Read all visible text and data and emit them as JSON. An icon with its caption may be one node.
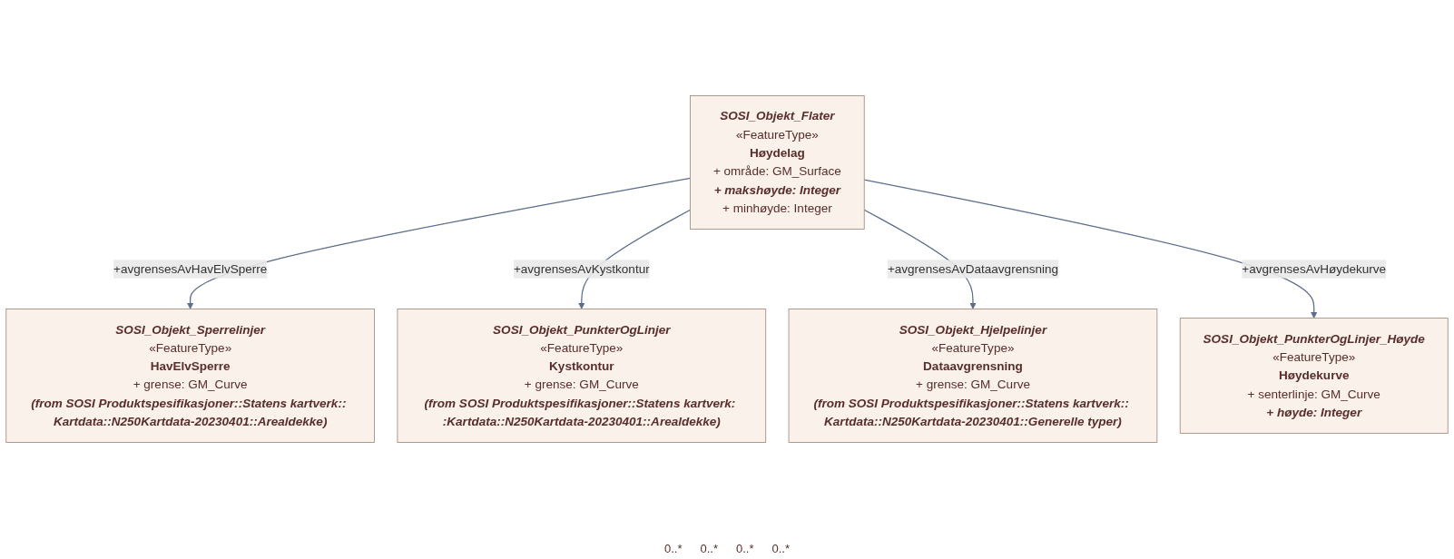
{
  "diagram": {
    "nodes": [
      {
        "text": [
          "SOSI_Objekt_Sperrelinjer",
          "«FeatureType»",
          "HavElvSperre",
          "+ grense: GM_Curve",
          "(from SOSI Produktspesifikasjoner::Statens kartverk:: Kartdata::N250Kartdata-20230401::Arealdekke)"
        ]
      },
      {
        "text": [
          "SOSI_Objekt_PunkterOgLinjer",
          "«FeatureType»",
          "Kystkontur",
          "+ grense: GM_Curve",
          "(from SOSI Produktspesifikasjoner::Statens kartverk: :Kartdata::N250Kartdata-20230401::Arealdekke)"
        ]
      },
      {
        "text": [
          "SOSI_Objekt_Flater",
          "«FeatureType»",
          "Høydelag",
          "+ område: GM_Surface",
          "+ makshøyde: Integer",
          "+ minhøyde: Integer"
        ]
      },
      {
        "text": [
          "SOSI_Objekt_Hjelpelinjer",
          "«FeatureType»",
          "Dataavgrensning",
          "+ grense: GM_Curve",
          "(from SOSI Produktspesifikasjoner::Statens kartverk:: Kartdata::N250Kartdata-20230401::Generelle typer)"
        ]
      },
      {
        "text": [
          "SOSI_Objekt_PunkterOgLinjer_Høyde",
          "«FeatureType»",
          "Høydekurve",
          "+ senterlinje: GM_Curve",
          "+ høyde: Integer"
        ]
      }
    ],
    "edges": [
      {
        "from": 2,
        "to": 0,
        "arrow": "to",
        "label": "+avgrensesAvHavElvSperre"
      },
      {
        "from": 2,
        "to": 1,
        "arrow": "to",
        "label": "+avgrensesAvKystkontur"
      },
      {
        "from": 2,
        "to": 3,
        "arrow": "to",
        "label": "+avgrensesAvDataavgrensning"
      },
      {
        "from": 2,
        "to": 4,
        "arrow": "to",
        "label": "+avgrensesAvHøydekurve"
      }
    ],
    "labels": [
      "0..*",
      "0..*",
      "0..*",
      "0..*"
    ]
  }
}
